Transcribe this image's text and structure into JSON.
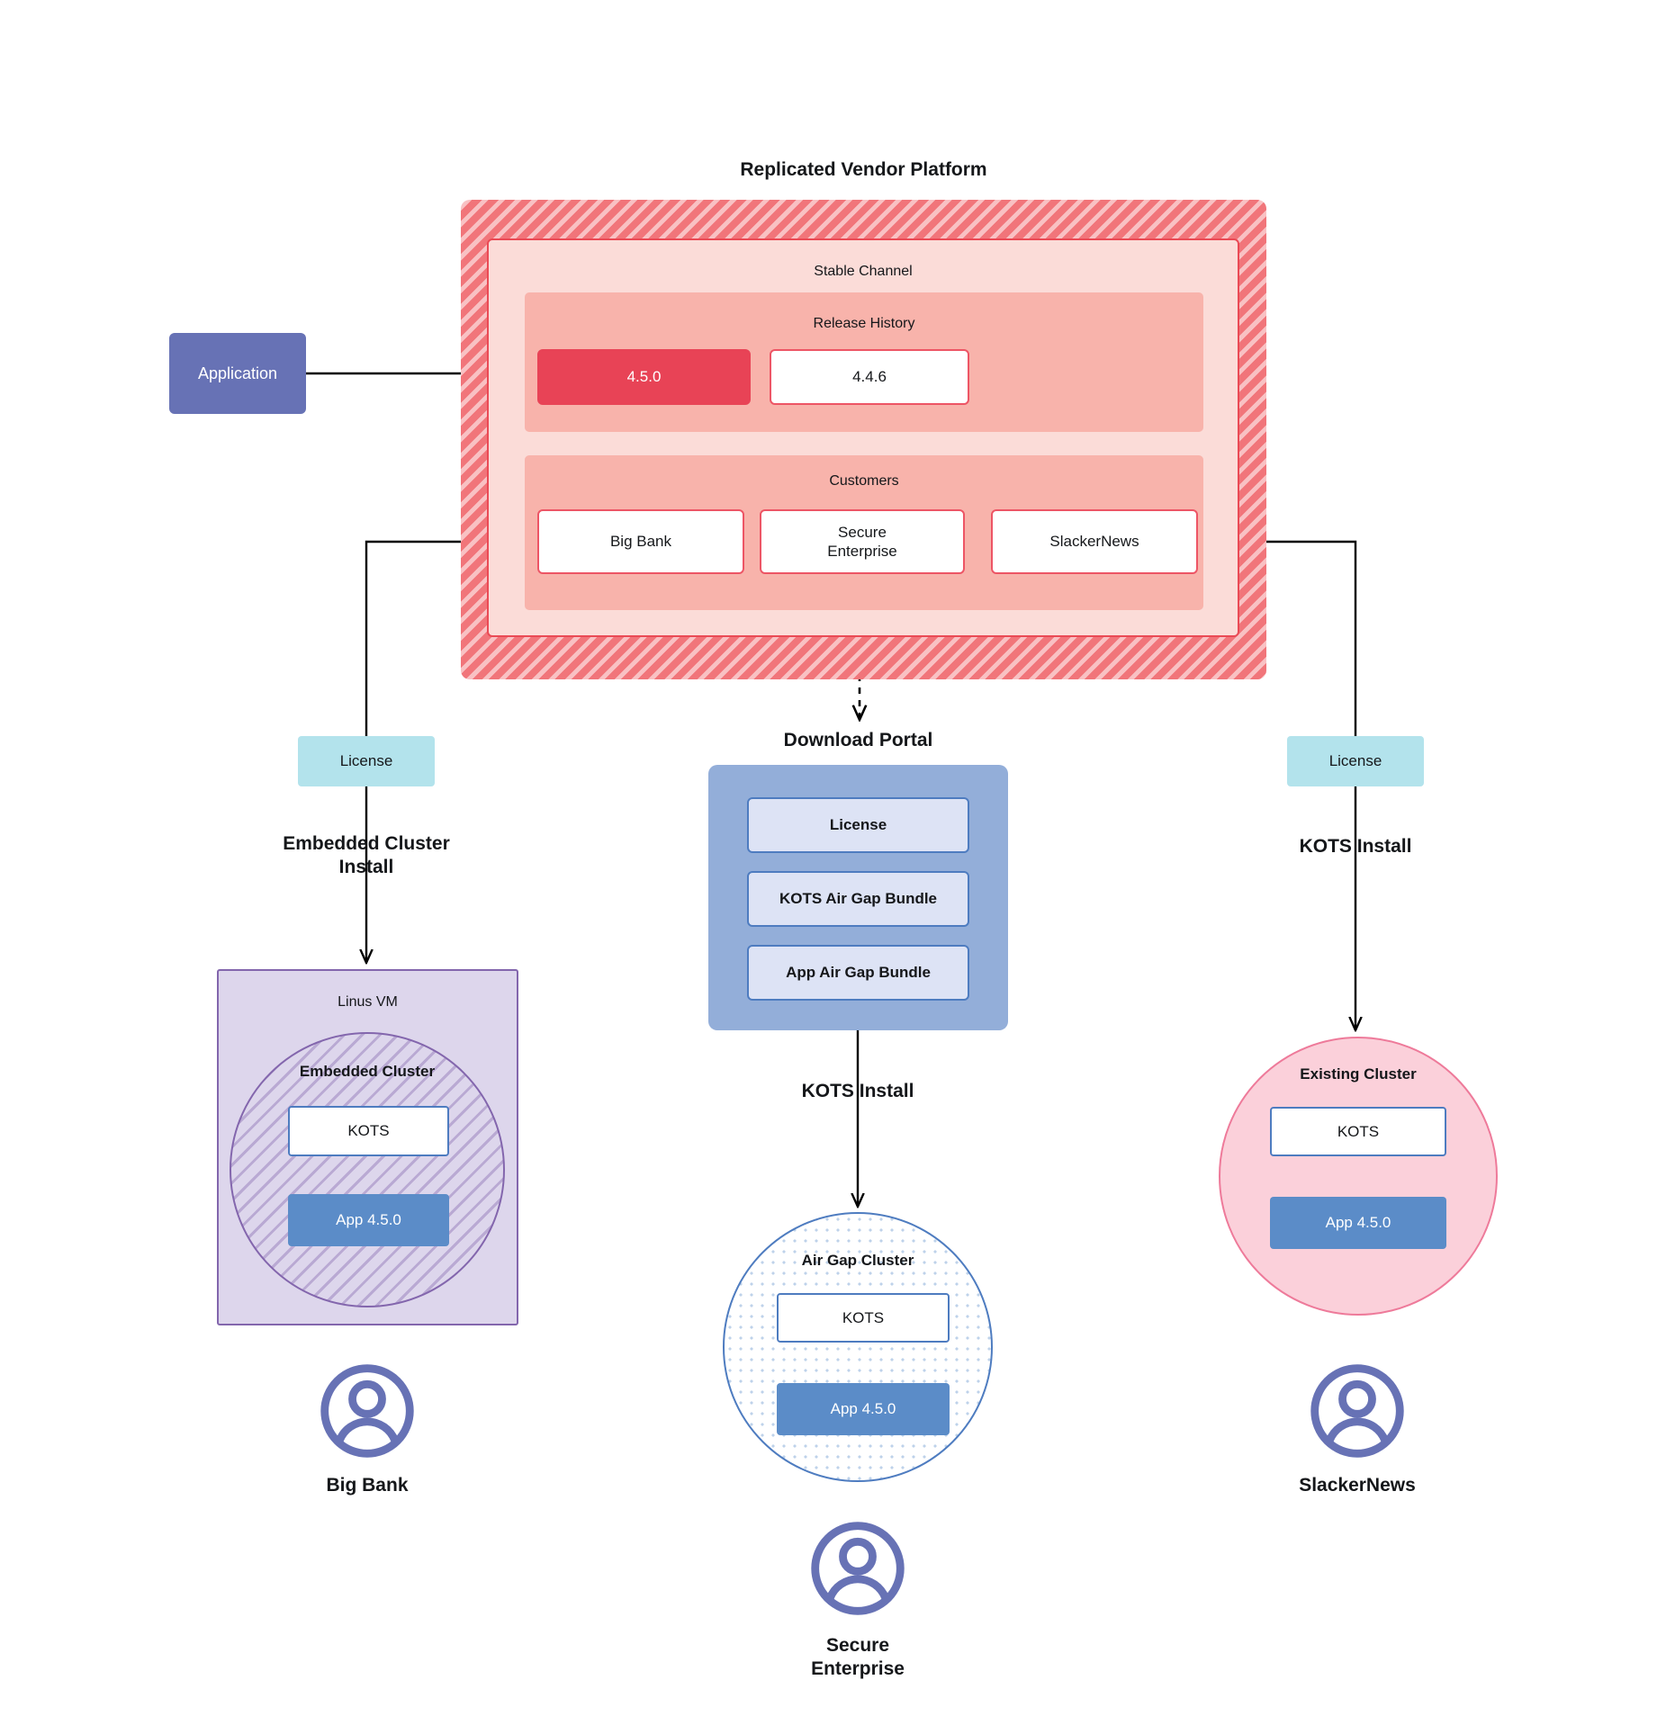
{
  "diagram": {
    "title": "Replicated Vendor Platform",
    "vendor_platform": {
      "label": "Replicated Vendor Platform",
      "channel": {
        "label": "Stable Channel"
      },
      "release_history": {
        "label": "Release History",
        "releases": [
          {
            "version": "4.5.0",
            "state": "current"
          },
          {
            "version": "4.4.6",
            "state": "previous"
          }
        ]
      },
      "customers": {
        "label": "Customers",
        "items": [
          {
            "name": "Big Bank"
          },
          {
            "name": "Secure\nEnterprise"
          },
          {
            "name": "SlackerNews"
          }
        ]
      }
    },
    "application": {
      "label": "Application"
    },
    "licenses": [
      {
        "label": "License"
      },
      {
        "label": "License"
      }
    ],
    "download_portal": {
      "label": "Download  Portal",
      "items": [
        {
          "label": "License"
        },
        {
          "label": "KOTS Air Gap Bundle"
        },
        {
          "label": "App Air Gap Bundle"
        }
      ]
    },
    "edge_labels": {
      "embedded_cluster_install": "Embedded Cluster\nInstall",
      "kots_install_middle": "KOTS Install",
      "kots_install_right": "KOTS Install"
    },
    "environments": [
      {
        "host_label": "Linus VM",
        "cluster_label": "Embedded Cluster",
        "kots_label": "KOTS",
        "app_label": "App 4.5.0",
        "persona": "Big Bank"
      },
      {
        "host_label": "",
        "cluster_label": "Air Gap Cluster",
        "kots_label": "KOTS",
        "app_label": "App 4.5.0",
        "persona": "Secure\nEnterprise"
      },
      {
        "host_label": "",
        "cluster_label": "Existing Cluster",
        "kots_label": "KOTS",
        "app_label": "App 4.5.0",
        "persona": "SlackerNews"
      }
    ],
    "colors": {
      "vendor_frame": "#f1757a",
      "stable_channel": "#fbdcd8",
      "band": "#f8b3ab",
      "release_current": "#e84356",
      "customer_border": "#ed5565",
      "application": "#6772b5",
      "license_chip": "#b3e3ec",
      "portal": "#93aed9",
      "portal_item": "#dde3f5",
      "app_box": "#5b8cc8",
      "kots_border": "#4e7cc0",
      "linus_vm": "#ddd6ec",
      "linus_vm_border": "#8366ad",
      "existing_cluster": "#fbd0da",
      "existing_cluster_border": "#ee7a9a",
      "persona": "#6772b5",
      "wire": "#000000"
    }
  }
}
